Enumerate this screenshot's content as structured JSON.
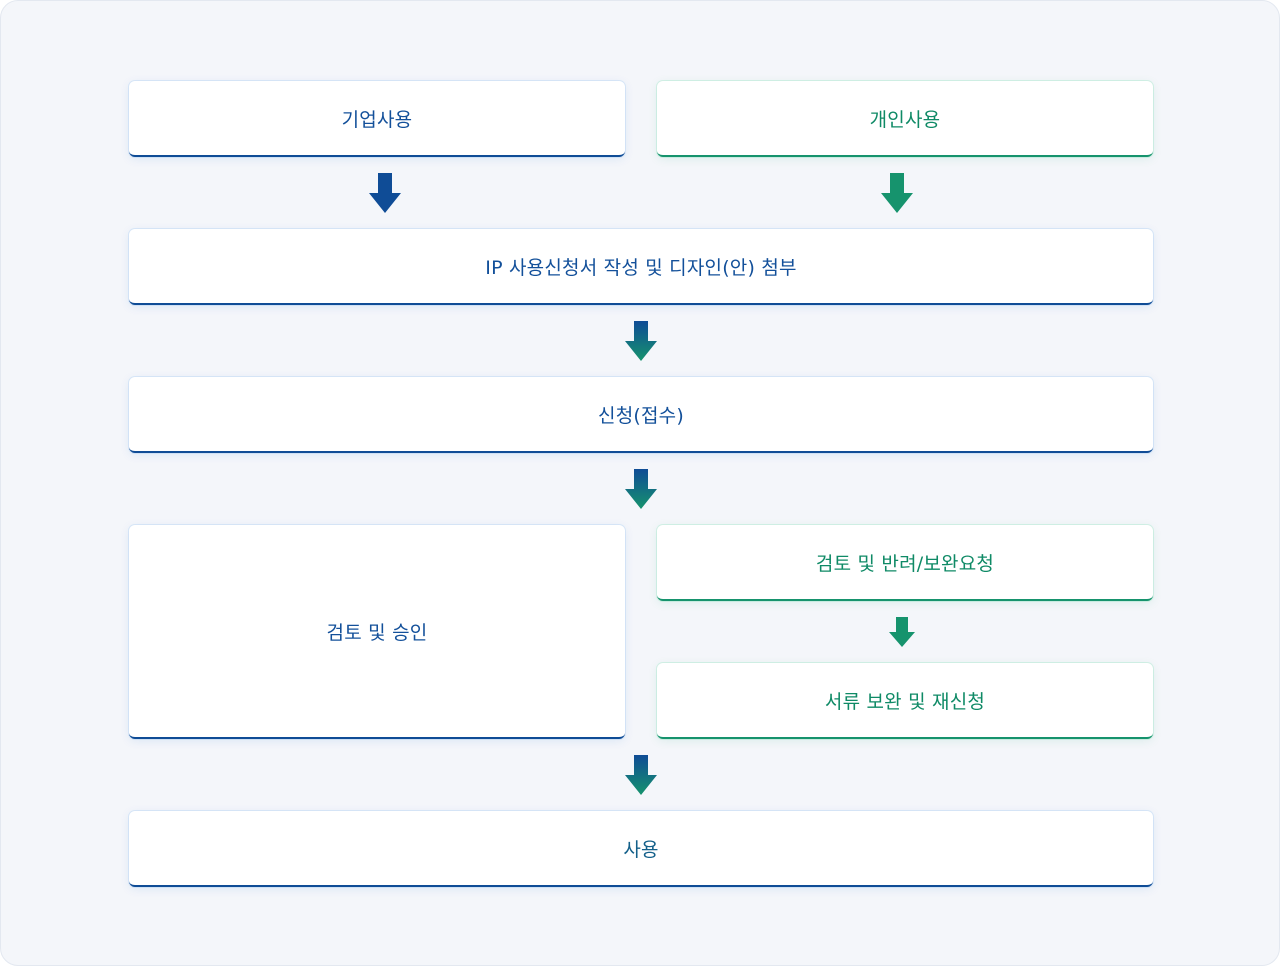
{
  "diagram": {
    "steps": {
      "corporate_use": "기업사용",
      "personal_use": "개인사용",
      "ip_application": "IP 사용신청서 작성 및 디자인(안) 첨부",
      "application_received": "신청(접수)",
      "review_approval": "검토 및 승인",
      "review_return": "검토 및 반려/보완요청",
      "resubmit": "서류 보완 및 재신청",
      "use": "사용"
    },
    "colors": {
      "blue": "#0f4c96",
      "green": "#16936d",
      "background": "#f4f6fa"
    }
  }
}
